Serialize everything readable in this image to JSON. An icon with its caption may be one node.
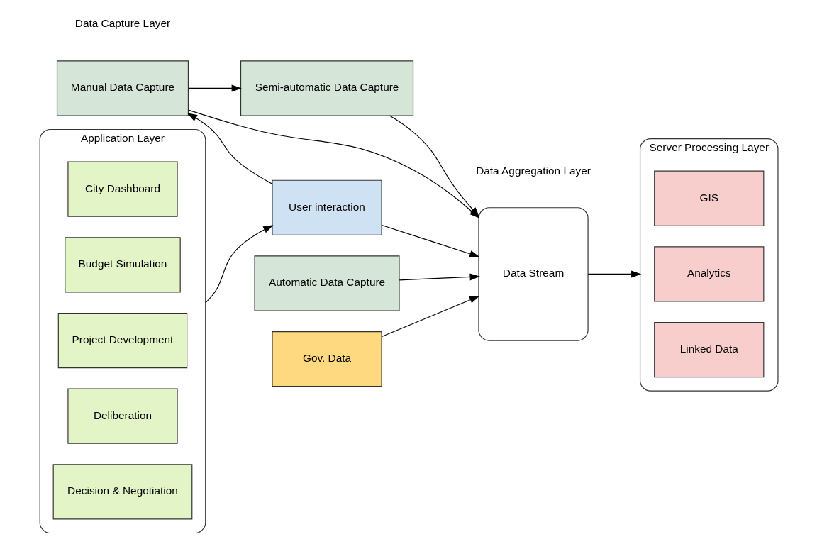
{
  "diagram": {
    "nodes": [
      {
        "text": [
          "Manual Data Capture"
        ]
      },
      {
        "text": [
          "Semi-automatic Data Capture"
        ]
      },
      {
        "text": [
          "Automatic Data Capture"
        ]
      },
      {
        "text": [
          "Gov. Data"
        ]
      },
      {
        "text": [
          "Data Stream"
        ]
      },
      {
        "text": [
          "Server Processing Layer"
        ]
      },
      {
        "text": [
          "GIS"
        ],
        "in": 5
      },
      {
        "text": [
          "Analytics"
        ],
        "in": 5
      },
      {
        "text": [
          "Linked Data"
        ],
        "in": 5
      },
      {
        "text": [
          "Application Layer"
        ]
      },
      {
        "text": [
          "City Dashboard"
        ],
        "in": 9
      },
      {
        "text": [
          "Budget Simulation"
        ],
        "in": 9
      },
      {
        "text": [
          "Project Development"
        ],
        "in": 9
      },
      {
        "text": [
          "Deliberation"
        ],
        "in": 9
      },
      {
        "text": [
          "Decision & Negotiation"
        ],
        "in": 9
      },
      {
        "text": [
          "User interaction"
        ]
      }
    ],
    "edges": [
      {
        "from": 3,
        "to": 4,
        "arrow": "to"
      },
      {
        "from": 0,
        "to": 4,
        "arrow": "to"
      },
      {
        "from": 0,
        "to": 1,
        "arrow": "to"
      },
      {
        "from": 1,
        "to": 4,
        "arrow": "to"
      },
      {
        "from": 2,
        "to": 4,
        "arrow": "to"
      },
      {
        "from": 15,
        "to": 4,
        "arrow": "to"
      },
      {
        "from": 15,
        "to": 0,
        "arrow": "to"
      },
      {
        "from": 4,
        "to": 5,
        "arrow": "to"
      },
      {
        "from": 9,
        "to": 15,
        "arrow": "to"
      }
    ],
    "labels": [
      "Data Capture Layer",
      "Data Aggregation Layer"
    ]
  }
}
